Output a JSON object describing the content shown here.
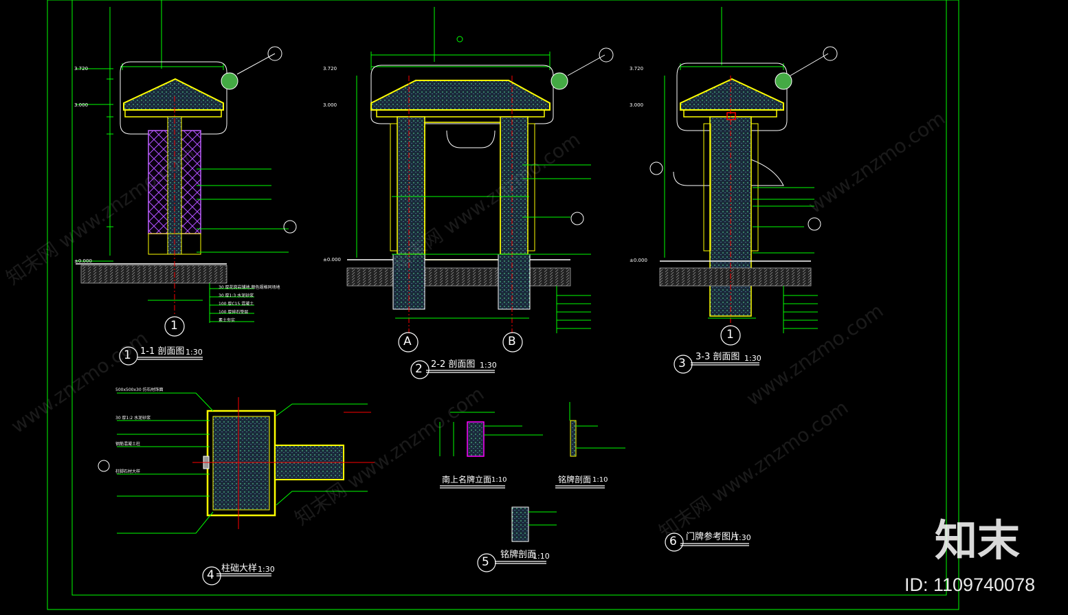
{
  "sheet": {
    "views": [
      {
        "num": "1",
        "title": "1-1 剖面图",
        "scale": "1:30",
        "axis": [
          "1"
        ]
      },
      {
        "num": "2",
        "title": "2-2 剖面图",
        "scale": "1:30",
        "axis": [
          "A",
          "B"
        ]
      },
      {
        "num": "3",
        "title": "3-3 剖面图",
        "scale": "1:30",
        "axis": [
          "1"
        ]
      },
      {
        "num": "4",
        "title": "柱础大样",
        "scale": "1:30"
      },
      {
        "num": "5",
        "title": "铭牌剖面",
        "scale": "1:10"
      },
      {
        "num": "6",
        "title": "门牌参考图片",
        "scale": "1:30"
      }
    ],
    "sub_views": [
      {
        "title": "南上名牌立面",
        "scale": "1:10"
      },
      {
        "title": "铭牌剖面",
        "scale": "1:10"
      }
    ],
    "elevations": [
      "3.720",
      "3.000",
      "±0.000"
    ],
    "floor_layers": [
      "30 厚花岗岩铺地,颜色规格同场地",
      "30 厚1:3 水泥砂浆",
      "100 厚C15 混凝土",
      "100 厚碎石垫层",
      "素土夯实"
    ],
    "column_notes": [
      "500x500x30 仿石材饰面",
      "30 厚1:2 水泥砂浆",
      "钢筋混凝土柱",
      "柱脚石材大样"
    ]
  },
  "watermarks": {
    "brand": "知末网 www.znzmo.com",
    "site": "www.znzmo.com",
    "logo": "知末",
    "id": "ID: 1109740078"
  },
  "colors": {
    "background": "#000000",
    "frame": "#00ff00",
    "outline": "#ffff00",
    "axis": "#ff0000",
    "dim": "#00ff00",
    "text": "#ffffff",
    "hatch": "#00ffff",
    "accent": "#ff00ff"
  }
}
